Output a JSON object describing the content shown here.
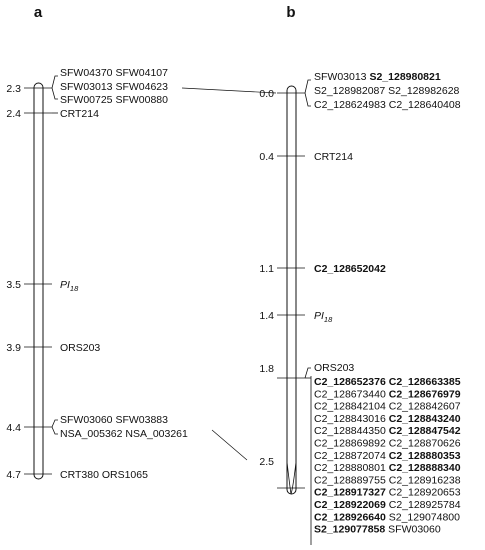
{
  "panels": {
    "a": {
      "label": "a",
      "positions": [
        "2.3",
        "2.4",
        "3.5",
        "3.9",
        "4.4",
        "4.7"
      ],
      "markers": {
        "top1": [
          {
            "t": "SFW04370 SFW04107"
          }
        ],
        "top2": [
          {
            "t": "SFW03013 SFW04623"
          }
        ],
        "top3": [
          {
            "t": "SFW00725 SFW00880"
          }
        ],
        "crt214": [
          {
            "t": "CRT214"
          }
        ],
        "pi18": [
          {
            "t": "PI",
            "i": true
          },
          {
            "t": "18",
            "i": true,
            "sub": true
          }
        ],
        "ors203": [
          {
            "t": "ORS203"
          }
        ],
        "sfw_low1": [
          {
            "t": "SFW03060 SFW03883"
          }
        ],
        "sfw_low2": [
          {
            "t": "NSA_005362 NSA_003261"
          }
        ],
        "bottom": [
          {
            "t": "CRT380 ORS1065"
          }
        ]
      }
    },
    "b": {
      "label": "b",
      "positions": [
        "0.0",
        "0.4",
        "1.1",
        "1.4",
        "1.8",
        "2.5"
      ],
      "markers": {
        "top1": [
          {
            "t": "SFW03013 "
          },
          {
            "t": "S2_128980821",
            "b": true
          }
        ],
        "top2": [
          {
            "t": "S2_128982087 S2_128982628"
          }
        ],
        "top3": [
          {
            "t": "C2_128624983 C2_128640408"
          }
        ],
        "crt214": [
          {
            "t": "CRT214"
          }
        ],
        "c2_bold": [
          {
            "t": "C2_128652042",
            "b": true
          }
        ],
        "pi18": [
          {
            "t": "PI",
            "i": true
          },
          {
            "t": "18",
            "i": true,
            "sub": true
          }
        ],
        "ors203": [
          {
            "t": "ORS203"
          }
        ],
        "cluster": [
          [
            {
              "t": "C2_128652376 C2_128663385",
              "b": true
            }
          ],
          [
            {
              "t": "C2_128673440 "
            },
            {
              "t": "C2_128676979",
              "b": true
            }
          ],
          [
            {
              "t": "C2_128842104 C2_128842607"
            }
          ],
          [
            {
              "t": "C2_128843016 "
            },
            {
              "t": "C2_128843240",
              "b": true
            }
          ],
          [
            {
              "t": "C2_128844350 "
            },
            {
              "t": "C2_128847542",
              "b": true
            }
          ],
          [
            {
              "t": "C2_128869892 C2_128870626"
            }
          ],
          [
            {
              "t": "C2_128872074 "
            },
            {
              "t": "C2_128880353",
              "b": true
            }
          ],
          [
            {
              "t": "C2_128880801 "
            },
            {
              "t": "C2_128888340",
              "b": true
            }
          ],
          [
            {
              "t": "C2_128889755 C2_128916238"
            }
          ],
          [
            {
              "t": "C2_128917327",
              "b": true
            },
            {
              "t": " C2_128920653"
            }
          ],
          [
            {
              "t": "C2_128922069",
              "b": true
            },
            {
              "t": " C2_128925784"
            }
          ],
          [
            {
              "t": "C2_128926640",
              "b": true
            },
            {
              "t": " S2_129074800"
            }
          ],
          [
            {
              "t": "S2_129077858",
              "b": true
            },
            {
              "t": " SFW03060"
            }
          ]
        ]
      }
    }
  }
}
